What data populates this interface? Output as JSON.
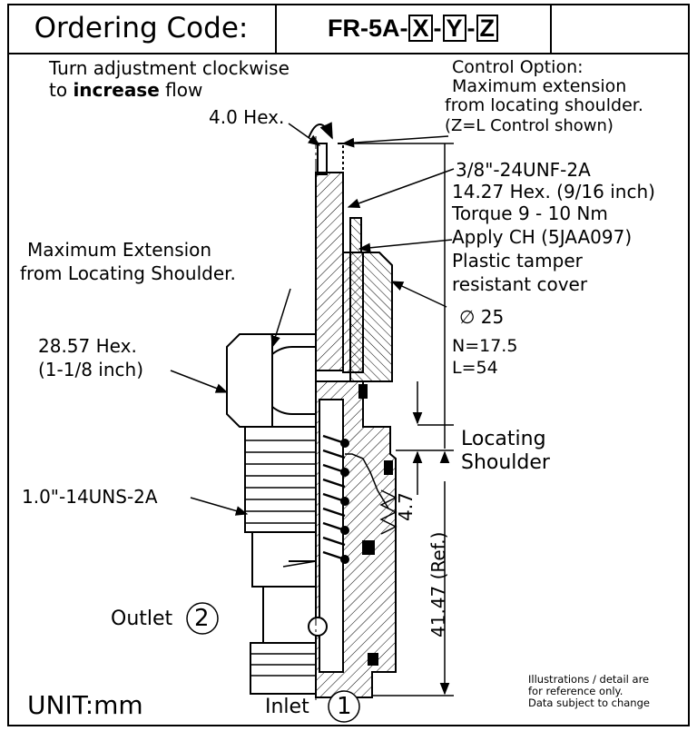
{
  "header": {
    "ordering_label": "Ordering Code:",
    "code_prefix": "FR-5A-",
    "code_x": "X",
    "code_dash1": "-",
    "code_y": "Y",
    "code_dash2": "-",
    "code_z": "Z"
  },
  "labels": {
    "turn_line1": "Turn adjustment clockwise",
    "turn_line2_pre": "to ",
    "turn_line2_bold": "increase",
    "turn_line2_post": " flow",
    "hex_4": "4.0 Hex.",
    "ctrl_line1": "Control Option:",
    "ctrl_line2": "Maximum extension",
    "ctrl_line3": "from locating shoulder.",
    "ctrl_line4": "(Z=L Control shown)",
    "thread_1": "3/8\"-24UNF-2A",
    "hex_1427": "14.27 Hex. (9/16 inch)",
    "torque": "Torque 9 - 10 Nm",
    "apply": "Apply CH (5JAA097)",
    "plastic1": "Plastic tamper",
    "plastic2": "resistant cover",
    "dia": "∅ 25",
    "n_val": "N=17.5",
    "l_val": "L=54",
    "max_ext1": "Maximum Extension",
    "max_ext2": "from Locating Shoulder.",
    "hex_2857_1": "28.57 Hex.",
    "hex_2857_2": "(1-1/8 inch)",
    "thread_2": "1.0\"-14UNS-2A",
    "locating1": "Locating",
    "locating2": "Shoulder",
    "dim_47": "4.7",
    "dim_4147": "41.47 (Ref.)",
    "outlet": "Outlet",
    "outlet_num": "2",
    "inlet": "Inlet",
    "inlet_num": "1",
    "unit": "UNIT:mm",
    "note1": "Illustrations / detail are",
    "note2": "for reference only.",
    "note3": "Data subject to change"
  }
}
